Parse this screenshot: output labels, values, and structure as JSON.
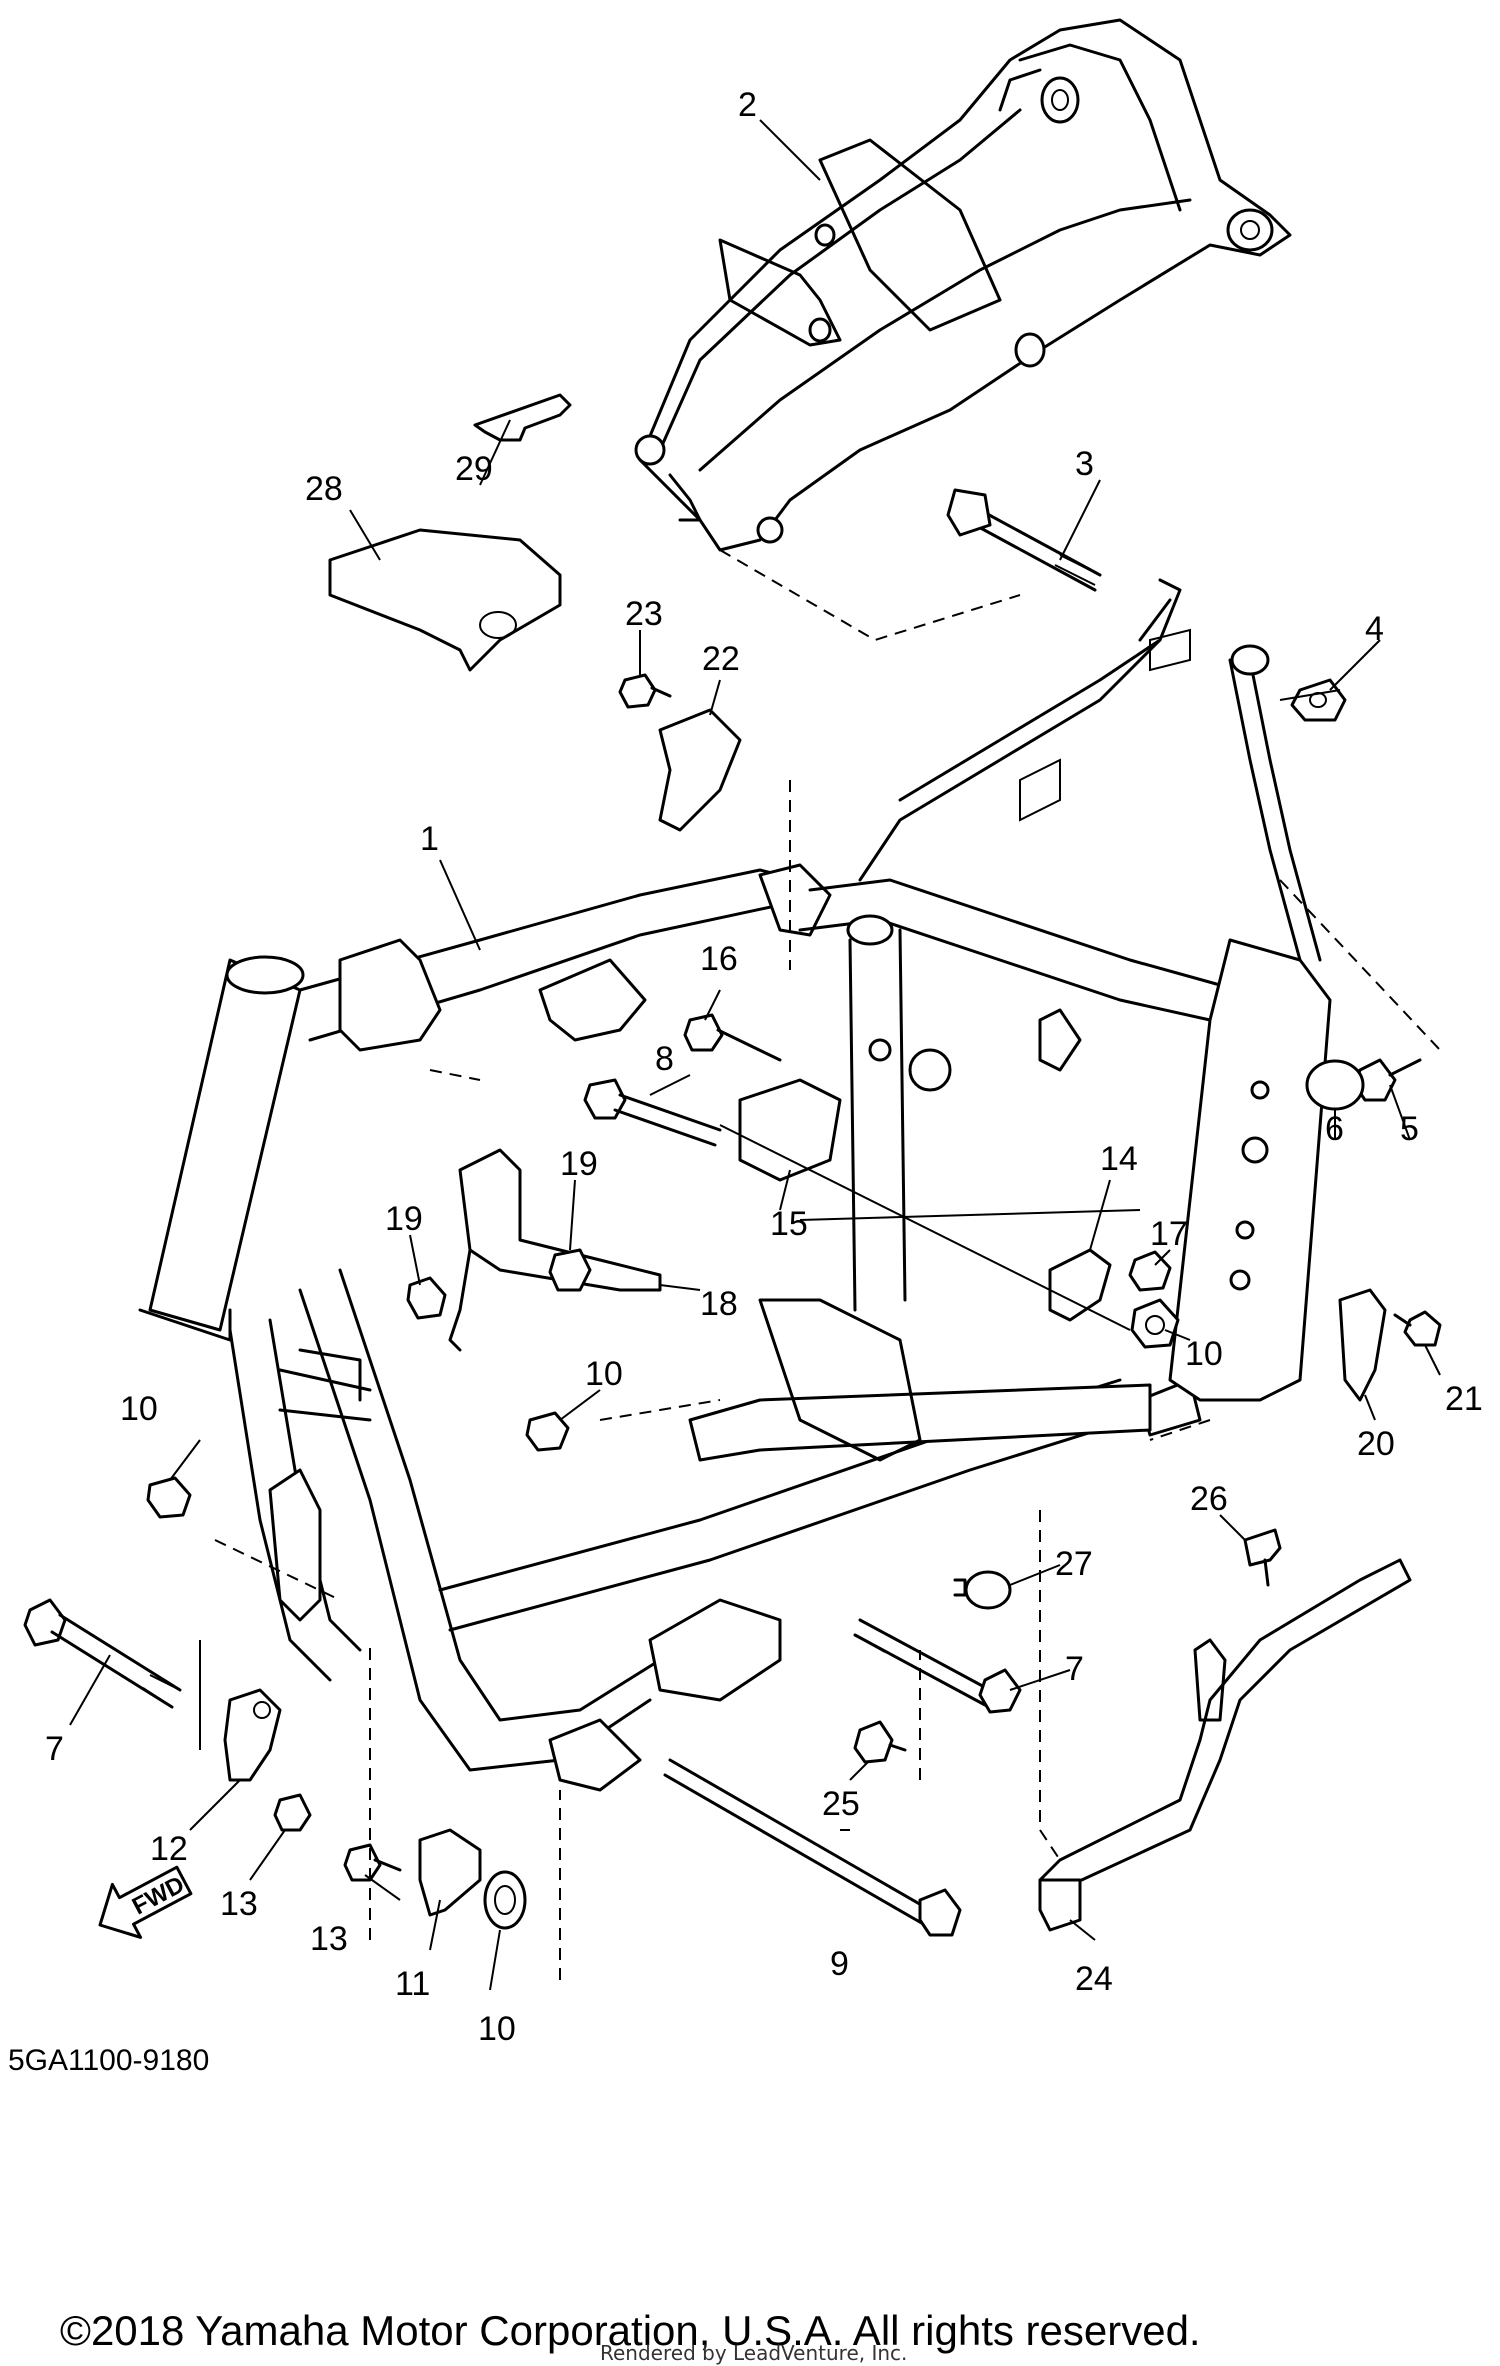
{
  "diagram": {
    "callouts": [
      "1",
      "2",
      "3",
      "4",
      "5",
      "6",
      "7",
      "7",
      "8",
      "9",
      "10",
      "10",
      "10",
      "10",
      "11",
      "12",
      "13",
      "13",
      "14",
      "15",
      "16",
      "17",
      "18",
      "19",
      "19",
      "20",
      "21",
      "22",
      "23",
      "24",
      "25",
      "26",
      "27",
      "28",
      "29"
    ],
    "fwd_label": "FWD",
    "diagram_code": "5GA1100-9180",
    "copyright": "©2018 Yamaha Motor Corporation, U.S.A. All rights reserved.",
    "rendered_by": "Rendered by LeadVenture, Inc."
  }
}
